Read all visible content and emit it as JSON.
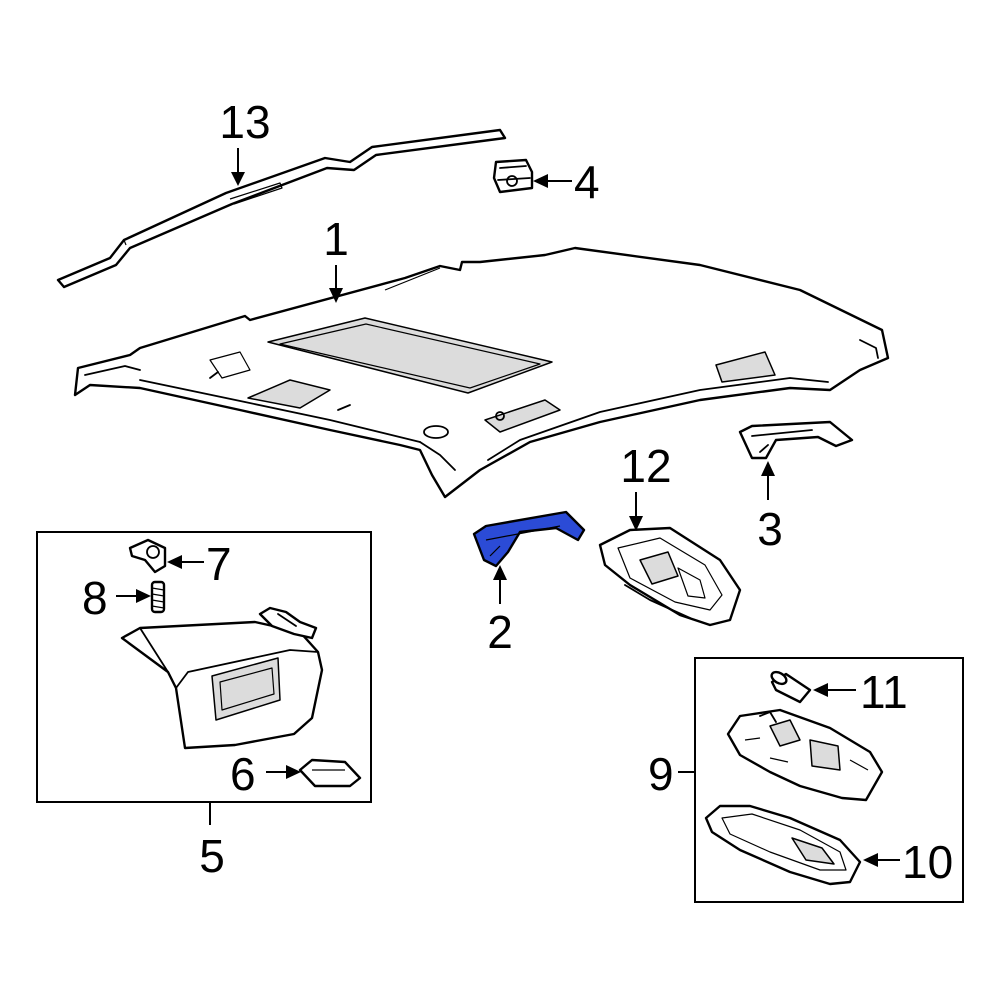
{
  "diagram": {
    "highlight_color": "#2b4bd6",
    "callouts": {
      "c1": "1",
      "c2": "2",
      "c3": "3",
      "c4": "4",
      "c5": "5",
      "c6": "6",
      "c7": "7",
      "c8": "8",
      "c9": "9",
      "c10": "10",
      "c11": "11",
      "c12": "12",
      "c13": "13"
    },
    "highlighted_part": "2"
  }
}
